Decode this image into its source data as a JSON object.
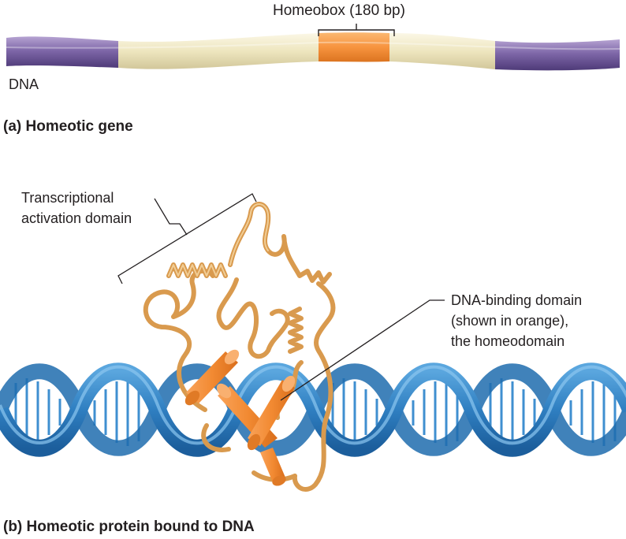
{
  "part_a": {
    "homeobox_label": "Homeobox (180 bp)",
    "dna_label": "DNA",
    "caption": "(a) Homeotic gene"
  },
  "part_b": {
    "activation_label_line1": "Transcriptional",
    "activation_label_line2": "activation domain",
    "binding_label_line1": "DNA-binding domain",
    "binding_label_line2": "(shown in orange),",
    "binding_label_line3": "the homeodomain",
    "caption": "(b) Homeotic protein bound to DNA"
  },
  "colors": {
    "dna_strand_flank": "#7e67a8",
    "gene_region": "#eee6bf",
    "homeobox": "#f7943f",
    "helix_blue": "#2f7fc1",
    "protein_chain": "#e9b06b",
    "homeodomain_cylinders": "#f28a32"
  }
}
